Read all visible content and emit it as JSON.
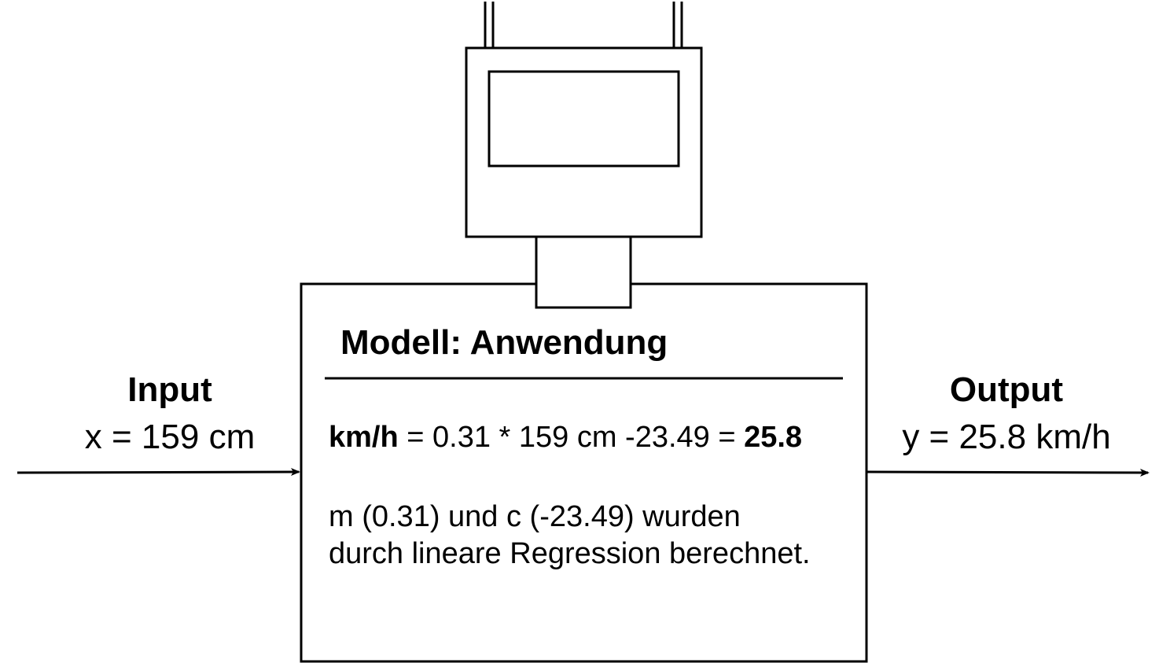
{
  "input": {
    "title": "Input",
    "value": "x = 159 cm"
  },
  "output": {
    "title": "Output",
    "value": "y = 25.8 km/h"
  },
  "model": {
    "title": "Modell: Anwendung",
    "formula": {
      "unit": "km/h",
      "expression": " = 0.31 * 159 cm -23.49 = ",
      "result": "25.8"
    },
    "note_line1": "m (0.31) und c (-23.49) wurden",
    "note_line2": "durch lineare Regression berechnet."
  }
}
